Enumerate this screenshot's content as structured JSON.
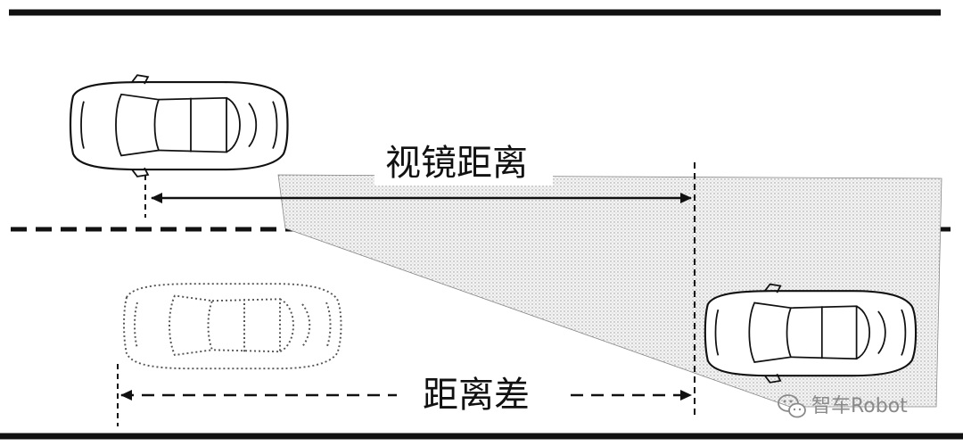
{
  "labels": {
    "mirror_distance": "视镜距离",
    "distance_gap": "距离差"
  },
  "watermark": {
    "text": "智车Robot",
    "icon": "wechat-icon"
  },
  "colors": {
    "line": "#111111",
    "shade": "#d9d9d9",
    "watermark": "#8a8a8a"
  }
}
